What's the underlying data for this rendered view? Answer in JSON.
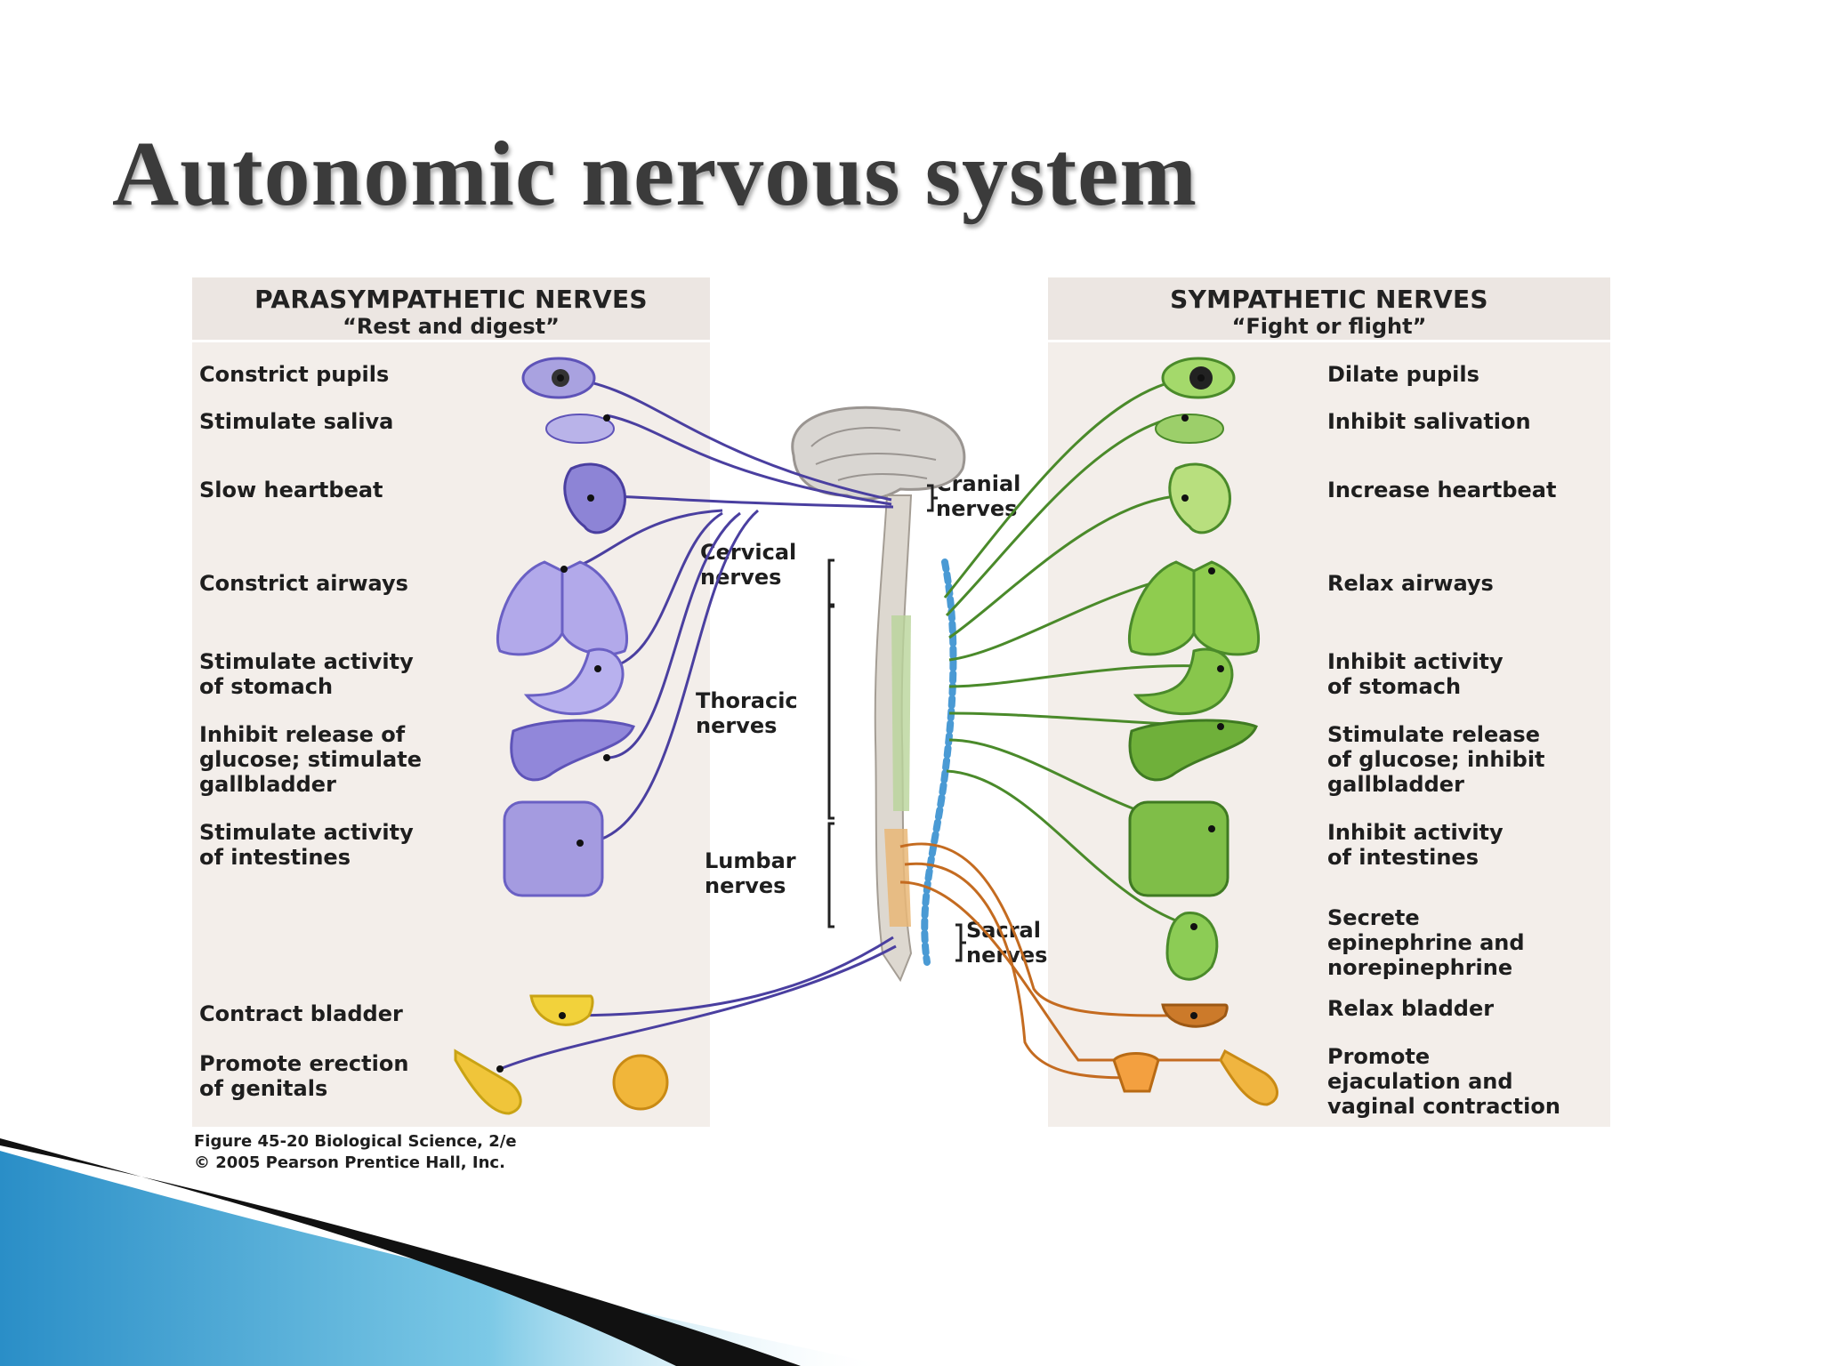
{
  "slide": {
    "title": "Autonomic nervous system"
  },
  "parasympathetic": {
    "title": "PARASYMPATHETIC NERVES",
    "subtitle": "“Rest and digest”",
    "color": "#5a4bb0",
    "items": [
      "Constrict pupils",
      "Stimulate saliva",
      "Slow heartbeat",
      "Constrict airways",
      "Stimulate activity\nof stomach",
      "Inhibit release of\nglucose; stimulate\ngallbladder",
      "Stimulate activity\nof intestines",
      "Contract bladder",
      "Promote erection\nof genitals"
    ]
  },
  "sympathetic": {
    "title": "SYMPATHETIC NERVES",
    "subtitle": "“Fight or flight”",
    "color": "#4a8a2a",
    "items": [
      "Dilate pupils",
      "Inhibit salivation",
      "Increase heartbeat",
      "Relax airways",
      "Inhibit activity\nof stomach",
      "Stimulate release\nof glucose; inhibit\ngallbladder",
      "Inhibit activity\nof intestines",
      "Secrete\nepinephrine and\nnorepinephrine",
      "Relax bladder",
      "Promote\nejaculation and\nvaginal contraction"
    ]
  },
  "spine_labels": {
    "cranial": "Cranial\nnerves",
    "cervical": "Cervical\nnerves",
    "thoracic": "Thoracic\nnerves",
    "lumbar": "Lumbar\nnerves",
    "sacral": "Sacral\nnerves"
  },
  "caption": "Figure 45-20  Biological Science, 2/e\n© 2005 Pearson Prentice Hall, Inc."
}
